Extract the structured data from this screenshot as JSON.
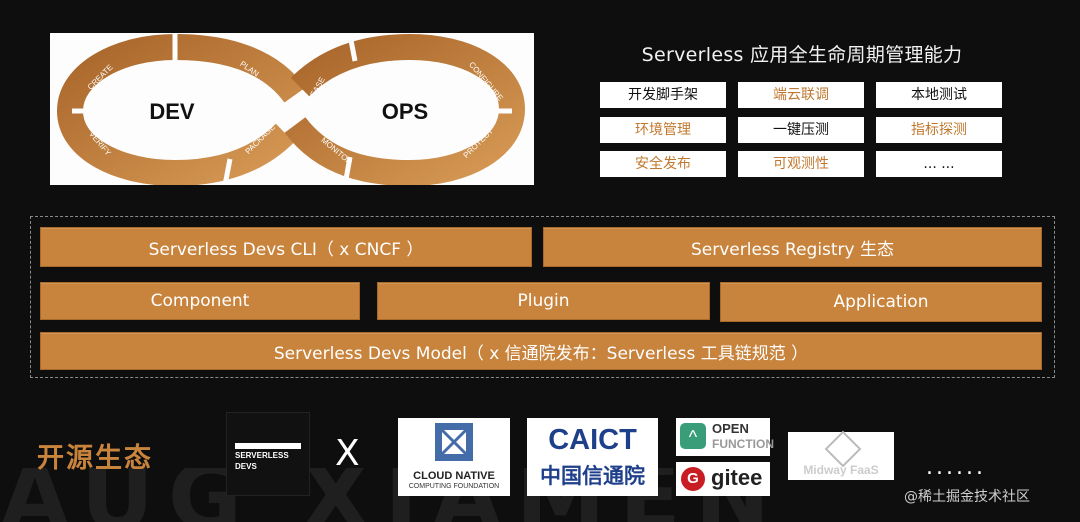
{
  "devops": {
    "dev": "DEV",
    "ops": "OPS",
    "steps": [
      "CREATE",
      "PLAN",
      "PACKAGE",
      "VERIFY",
      "RELEASE",
      "CONFIGURE",
      "MONITOR",
      "PROTECT"
    ]
  },
  "lifecycle": {
    "title": "Serverless 应用全生命周期管理能力",
    "cells": [
      [
        "开发脚手架",
        "端云联调",
        "本地测试"
      ],
      [
        "环境管理",
        "一键压测",
        "指标探测"
      ],
      [
        "安全发布",
        "可观测性",
        "... ..."
      ]
    ]
  },
  "stack": {
    "cli": "Serverless Devs CLI（ x CNCF ）",
    "registry": "Serverless Registry 生态",
    "component": "Component",
    "plugin": "Plugin",
    "application": "Application",
    "model": "Serverless Devs Model（ x 信通院发布：Serverless 工具链规范 ）"
  },
  "ecosystem": {
    "title": "开源生态",
    "x": "X",
    "dots": "......",
    "bg_text": "AUG  XIAMEN",
    "logos": {
      "serverless_devs": [
        "SERVERLESS",
        "DEVS"
      ],
      "cncf": [
        "CLOUD NATIVE",
        "COMPUTING FOUNDATION"
      ],
      "caict": [
        "CAICT",
        "中国信通院"
      ],
      "openfunction": [
        "OPEN",
        "FUNCTION"
      ],
      "gitee": "gitee",
      "midway": "Midway FaaS"
    },
    "watermark": "@稀土掘金技术社区"
  },
  "colors": {
    "accent": "#c8833c",
    "dark": "#0e0e0e"
  }
}
